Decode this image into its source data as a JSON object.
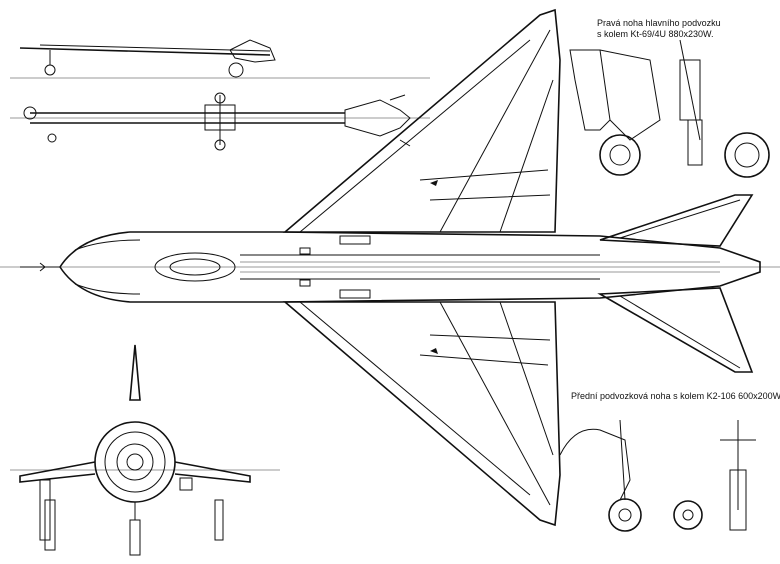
{
  "labels": {
    "main_gear_line1": "Pravá noha hlavního podvozku",
    "main_gear_line2": "s kolem Kt-69/4U 880x230W.",
    "nose_gear": "Přední podvozková noha s kolem K2-106 600x200W."
  },
  "colors": {
    "ink": "#111111",
    "paper": "#ffffff"
  }
}
